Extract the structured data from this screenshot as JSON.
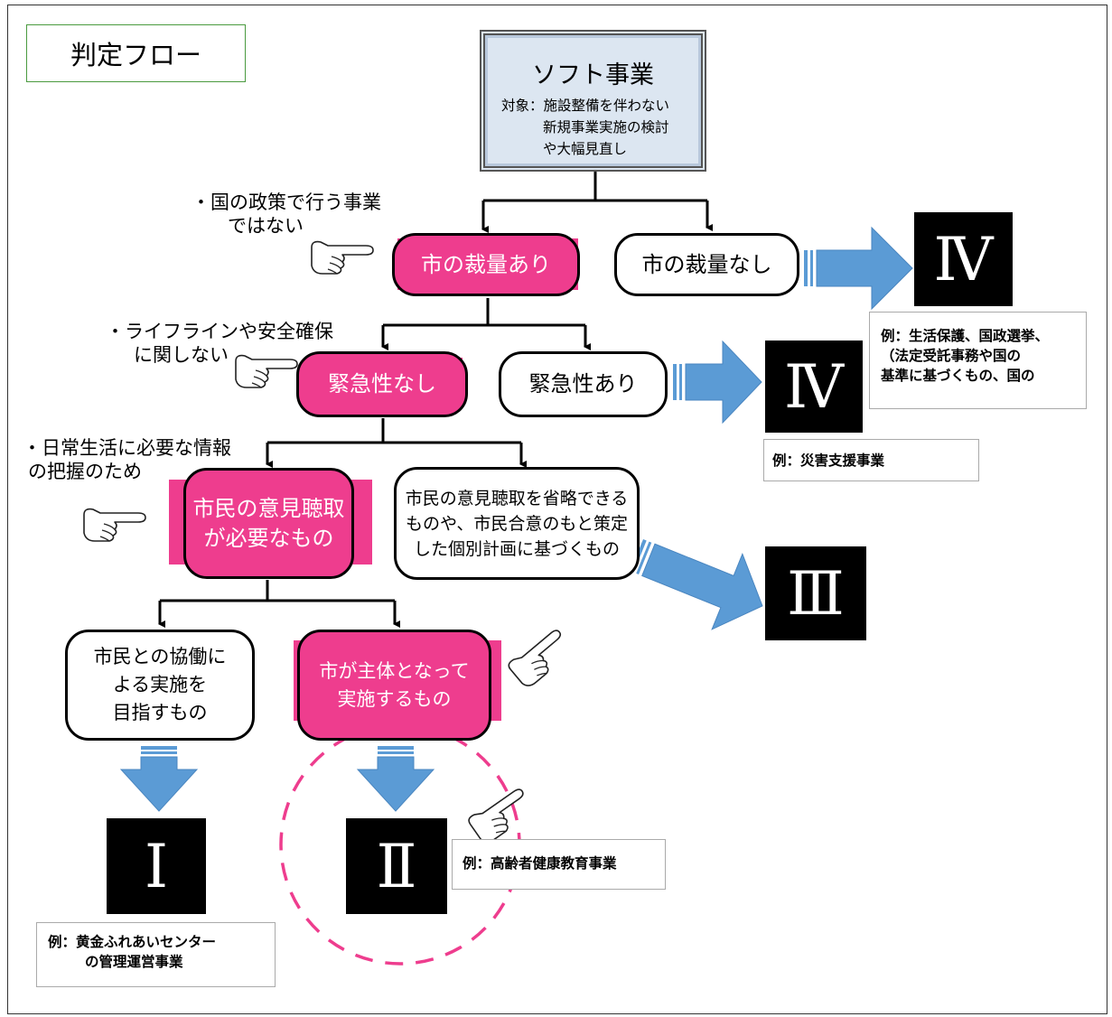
{
  "title": "判定フロー",
  "soft": {
    "title": "ソフト事業",
    "desc_line1": "対象：施設整備を伴わない",
    "desc_line2": "新規事業実施の検討",
    "desc_line3": "や大幅見直し"
  },
  "notes": {
    "national_line1": "・国の政策で行う事業",
    "national_line2": "ではない",
    "lifeline_line1": "・ライフラインや安全確保",
    "lifeline_line2": "に関しない",
    "daily_line1": "・日常生活に必要な情報",
    "daily_line2": "の把握のため"
  },
  "nodes": {
    "discretion_yes": "市の裁量あり",
    "discretion_no": "市の裁量なし",
    "urgency_no": "緊急性なし",
    "urgency_yes": "緊急性あり",
    "opinion_needed_line1": "市民の意見聴取",
    "opinion_needed_line2": "が必要なもの",
    "opinion_omit_line1": "市民の意見聴取を省略できる",
    "opinion_omit_line2": "ものや、市民合意のもと策定",
    "opinion_omit_line3": "した個別計画に基づくもの",
    "collab_line1": "市民との協働に",
    "collab_line2": "よる実施を",
    "collab_line3": "目指すもの",
    "city_main_line1": "市が主体となって",
    "city_main_line2": "実施するもの"
  },
  "results": {
    "iv_top": "Ⅳ",
    "iv_mid": "Ⅳ",
    "iii": "Ⅲ",
    "i": "Ⅰ",
    "ii": "Ⅱ"
  },
  "examples": {
    "iv_top_line1": "例：生活保護、国政選挙、",
    "iv_top_line2": "（法定受託事務や国の",
    "iv_top_line3": "基準に基づくもの、国の",
    "iv_mid": "例：災害支援事業",
    "i_line1": "例：黄金ふれあいセンター",
    "i_line2": "の管理運営事業",
    "ii": "例：高齢者健康教育事業"
  },
  "colors": {
    "highlight": "#ee3d8e",
    "arrow": "#5b9bd5",
    "soft_bg": "#dce6f1",
    "result_bg": "#000000"
  },
  "icons": [
    "pointing-hand-icon"
  ]
}
